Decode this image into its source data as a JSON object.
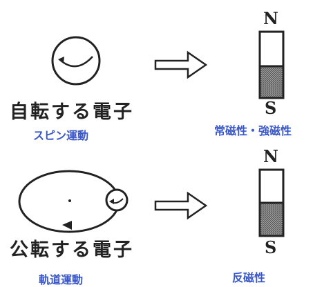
{
  "row1": {
    "main_label": "自転する電子",
    "sub_label": "スピン運動",
    "magnet_north": "N",
    "magnet_south": "S",
    "result_label": "常磁性・強磁性"
  },
  "row2": {
    "main_label": "公転する電子",
    "sub_label": "軌道運動",
    "magnet_north": "N",
    "magnet_south": "S",
    "result_label": "反磁性"
  },
  "colors": {
    "ink": "#222222",
    "label_blue": "#3a57c9",
    "south_fill": "#8a8a8a"
  }
}
